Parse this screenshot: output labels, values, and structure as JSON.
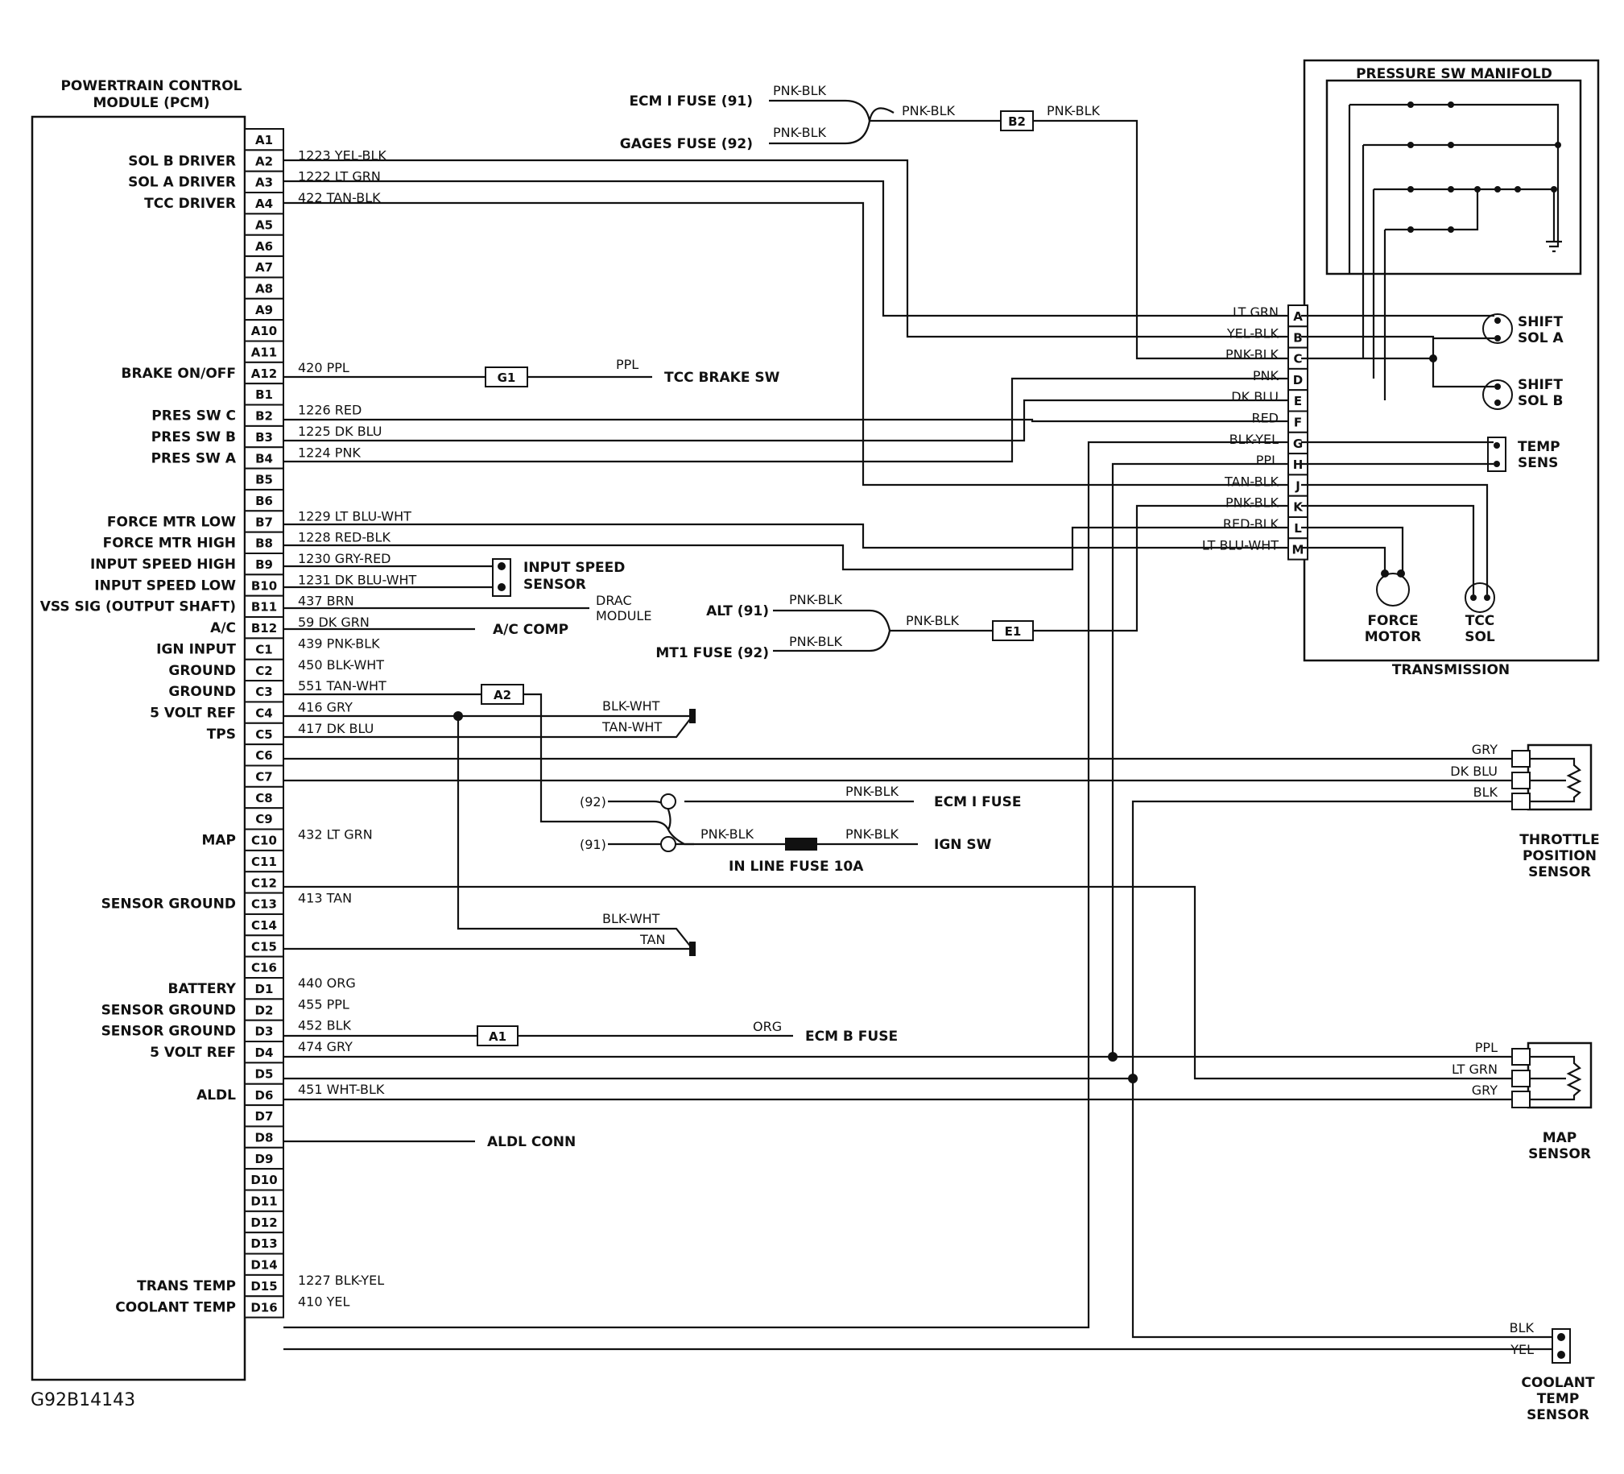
{
  "pcm": {
    "title_line1": "POWERTRAIN CONTROL",
    "title_line2": "MODULE (PCM)",
    "pins": [
      {
        "pin": "A1",
        "label": "",
        "wire": ""
      },
      {
        "pin": "A2",
        "label": "SOL B DRIVER",
        "wire": "1223 YEL-BLK"
      },
      {
        "pin": "A3",
        "label": "SOL A DRIVER",
        "wire": "1222 LT GRN"
      },
      {
        "pin": "A4",
        "label": "TCC DRIVER",
        "wire": "422 TAN-BLK"
      },
      {
        "pin": "A5",
        "label": "",
        "wire": ""
      },
      {
        "pin": "A6",
        "label": "",
        "wire": ""
      },
      {
        "pin": "A7",
        "label": "",
        "wire": ""
      },
      {
        "pin": "A8",
        "label": "",
        "wire": ""
      },
      {
        "pin": "A9",
        "label": "",
        "wire": ""
      },
      {
        "pin": "A10",
        "label": "",
        "wire": ""
      },
      {
        "pin": "A11",
        "label": "",
        "wire": ""
      },
      {
        "pin": "A12",
        "label": "BRAKE ON/OFF",
        "wire": "420 PPL"
      },
      {
        "pin": "B1",
        "label": "",
        "wire": ""
      },
      {
        "pin": "B2",
        "label": "PRES SW C",
        "wire": "1226 RED"
      },
      {
        "pin": "B3",
        "label": "PRES SW B",
        "wire": "1225 DK BLU"
      },
      {
        "pin": "B4",
        "label": "PRES SW A",
        "wire": "1224 PNK"
      },
      {
        "pin": "B5",
        "label": "",
        "wire": ""
      },
      {
        "pin": "B6",
        "label": "",
        "wire": ""
      },
      {
        "pin": "B7",
        "label": "FORCE MTR LOW",
        "wire": "1229 LT BLU-WHT"
      },
      {
        "pin": "B8",
        "label": "FORCE MTR HIGH",
        "wire": "1228 RED-BLK"
      },
      {
        "pin": "B9",
        "label": "INPUT SPEED HIGH",
        "wire": "1230 GRY-RED"
      },
      {
        "pin": "B10",
        "label": "INPUT SPEED LOW",
        "wire": "1231 DK BLU-WHT"
      },
      {
        "pin": "B11",
        "label": "VSS SIG (OUTPUT SHAFT)",
        "wire": "437 BRN"
      },
      {
        "pin": "B12",
        "label": "A/C",
        "wire": "59 DK GRN"
      },
      {
        "pin": "C1",
        "label": "IGN INPUT",
        "wire": "439 PNK-BLK"
      },
      {
        "pin": "C2",
        "label": "GROUND",
        "wire": "450 BLK-WHT"
      },
      {
        "pin": "C3",
        "label": "GROUND",
        "wire": "551 TAN-WHT"
      },
      {
        "pin": "C4",
        "label": "5 VOLT REF",
        "wire": "416 GRY"
      },
      {
        "pin": "C5",
        "label": "TPS",
        "wire": "417 DK BLU"
      },
      {
        "pin": "C6",
        "label": "",
        "wire": ""
      },
      {
        "pin": "C7",
        "label": "",
        "wire": ""
      },
      {
        "pin": "C8",
        "label": "",
        "wire": ""
      },
      {
        "pin": "C9",
        "label": "",
        "wire": ""
      },
      {
        "pin": "C10",
        "label": "MAP",
        "wire": "432 LT GRN"
      },
      {
        "pin": "C11",
        "label": "",
        "wire": ""
      },
      {
        "pin": "C12",
        "label": "",
        "wire": ""
      },
      {
        "pin": "C13",
        "label": "SENSOR GROUND",
        "wire": "413 TAN"
      },
      {
        "pin": "C14",
        "label": "",
        "wire": ""
      },
      {
        "pin": "C15",
        "label": "",
        "wire": ""
      },
      {
        "pin": "C16",
        "label": "",
        "wire": ""
      },
      {
        "pin": "D1",
        "label": "BATTERY",
        "wire": "440 ORG"
      },
      {
        "pin": "D2",
        "label": "SENSOR GROUND",
        "wire": "455 PPL"
      },
      {
        "pin": "D3",
        "label": "SENSOR GROUND",
        "wire": "452 BLK"
      },
      {
        "pin": "D4",
        "label": "5 VOLT REF",
        "wire": "474 GRY"
      },
      {
        "pin": "D5",
        "label": "",
        "wire": ""
      },
      {
        "pin": "D6",
        "label": "ALDL",
        "wire": "451 WHT-BLK"
      },
      {
        "pin": "D7",
        "label": "",
        "wire": ""
      },
      {
        "pin": "D8",
        "label": "",
        "wire": ""
      },
      {
        "pin": "D9",
        "label": "",
        "wire": ""
      },
      {
        "pin": "D10",
        "label": "",
        "wire": ""
      },
      {
        "pin": "D11",
        "label": "",
        "wire": ""
      },
      {
        "pin": "D12",
        "label": "",
        "wire": ""
      },
      {
        "pin": "D13",
        "label": "",
        "wire": ""
      },
      {
        "pin": "D14",
        "label": "",
        "wire": ""
      },
      {
        "pin": "D15",
        "label": "TRANS TEMP",
        "wire": "1227 BLK-YEL"
      },
      {
        "pin": "D16",
        "label": "COOLANT TEMP",
        "wire": "410 YEL"
      }
    ]
  },
  "fuses": {
    "ecm_i_fuse_91": "ECM I FUSE (91)",
    "gages_fuse_92": "GAGES FUSE (92)",
    "alt_91": "ALT (91)",
    "mt1_fuse_92": "MT1 FUSE (92)",
    "pnk_blk": "PNK-BLK",
    "b2": "B2",
    "e1": "E1"
  },
  "splices": {
    "g1": "G1",
    "a2": "A2",
    "a1": "A1"
  },
  "terminals": {
    "tcc_brake_sw": "TCC BRAKE SW",
    "ppl": "PPL",
    "input_speed_sensor_1": "INPUT SPEED",
    "input_speed_sensor_2": "SENSOR",
    "drac_1": "DRAC",
    "drac_2": "MODULE",
    "ac_comp": "A/C COMP",
    "ecm_b_fuse": "ECM B FUSE",
    "org": "ORG",
    "aldl_conn": "ALDL CONN",
    "ecm_i_fuse": "ECM I FUSE",
    "ign_sw": "IGN SW",
    "inline_fuse": "IN LINE FUSE 10A",
    "f92": "(92)",
    "f91": "(91)"
  },
  "ground_labels": {
    "blk_wht": "BLK-WHT",
    "tan_wht": "TAN-WHT",
    "tan": "TAN"
  },
  "transmission": {
    "title": "TRANSMISSION",
    "manifold": "PRESSURE SW MANIFOLD",
    "pins": [
      {
        "pin": "A",
        "wire": "LT GRN"
      },
      {
        "pin": "B",
        "wire": "YEL-BLK"
      },
      {
        "pin": "C",
        "wire": "PNK-BLK"
      },
      {
        "pin": "D",
        "wire": "PNK"
      },
      {
        "pin": "E",
        "wire": "DK BLU"
      },
      {
        "pin": "F",
        "wire": "RED"
      },
      {
        "pin": "G",
        "wire": "BLK-YEL"
      },
      {
        "pin": "H",
        "wire": "PPL"
      },
      {
        "pin": "J",
        "wire": "TAN-BLK"
      },
      {
        "pin": "K",
        "wire": "PNK-BLK"
      },
      {
        "pin": "L",
        "wire": "RED-BLK"
      },
      {
        "pin": "M",
        "wire": "LT BLU-WHT"
      }
    ],
    "shift_sol_a_1": "SHIFT",
    "shift_sol_a_2": "SOL A",
    "shift_sol_b_1": "SHIFT",
    "shift_sol_b_2": "SOL B",
    "temp_sens_1": "TEMP",
    "temp_sens_2": "SENS",
    "force_motor_1": "FORCE",
    "force_motor_2": "MOTOR",
    "tcc_sol_1": "TCC",
    "tcc_sol_2": "SOL"
  },
  "tps": {
    "wires": [
      "GRY",
      "DK BLU",
      "BLK"
    ],
    "name_1": "THROTTLE",
    "name_2": "POSITION",
    "name_3": "SENSOR"
  },
  "map": {
    "wires": [
      "PPL",
      "LT GRN",
      "GRY"
    ],
    "name_1": "MAP",
    "name_2": "SENSOR"
  },
  "coolant": {
    "wires": [
      "BLK",
      "YEL"
    ],
    "name_1": "COOLANT",
    "name_2": "TEMP",
    "name_3": "SENSOR"
  },
  "figure_id": "G92B14143"
}
